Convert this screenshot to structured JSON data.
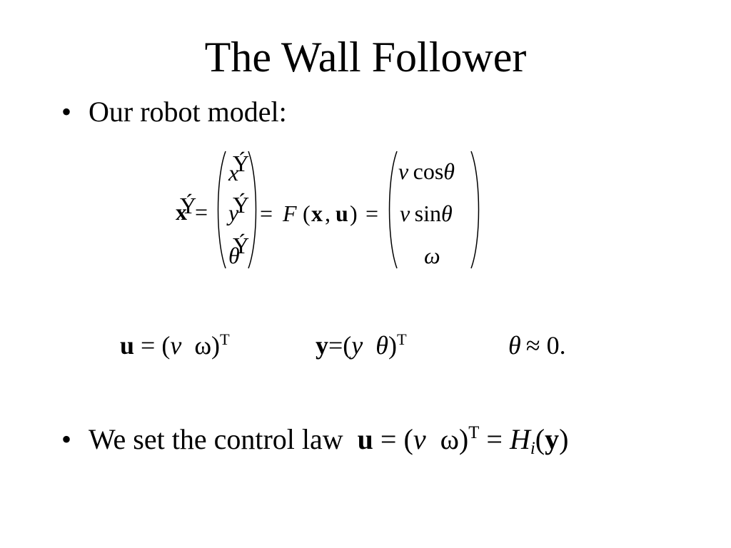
{
  "slide": {
    "title": "The Wall Follower",
    "bullet_symbol": "•",
    "bullet1": "Our robot model:",
    "bullet2_text": "We set the control law",
    "colors": {
      "background": "#ffffff",
      "text": "#000000"
    }
  },
  "equation": {
    "lhs_x": "x",
    "lhs_overmark": "Ý",
    "eq": "=",
    "vec_x": "x",
    "vec_y": "y",
    "vec_theta": "θ",
    "overmark": "Ý",
    "F": "F",
    "open": "(",
    "bx": "x",
    "comma": ",",
    "bu": "u",
    "close": ")",
    "r_v": "v",
    "cos": "cos",
    "sin": "sin",
    "theta": "θ",
    "omega": "ω"
  },
  "defs": {
    "u": "u",
    "u_rest": " = (",
    "v": "v",
    "omega": "ω",
    "close": ")",
    "T": "T",
    "y": "y",
    "y_rest": "=(",
    "y_italic": "y",
    "theta": "θ",
    "approx": "≈ 0."
  },
  "control": {
    "u": "u",
    "eq_open": " = (",
    "v": "v",
    "omega": "ω",
    "close": ")",
    "T": "T",
    "eq2": " = ",
    "H": "H",
    "i": "i",
    "paren_open": "(",
    "y": "y",
    "paren_close": ")"
  }
}
